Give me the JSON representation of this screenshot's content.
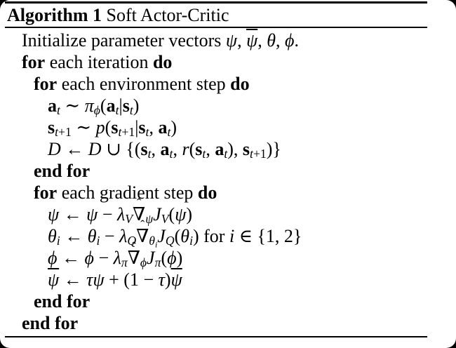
{
  "colors": {
    "page_background": "#ffffff",
    "text": "#000000",
    "rules": "#000000",
    "corner_mask": "#000000"
  },
  "algorithm": {
    "label": "Algorithm 1",
    "name": "Soft Actor-Critic",
    "lines": [
      {
        "indent": 0,
        "html": "Initialize parameter vectors <i>ψ</i>, <i class='ov'>ψ</i>, <i>θ</i>, <i>ϕ</i>."
      },
      {
        "indent": 0,
        "html": "<b>for</b> each iteration <b>do</b>"
      },
      {
        "indent": 1,
        "html": "<b>for</b> each environment step <b>do</b>"
      },
      {
        "indent": 2,
        "html": "<b>a</b><sub><i>t</i></sub> ∼ <i>π</i><sub><i>ϕ</i></sub>(<b>a</b><sub><i>t</i></sub>|<b>s</b><sub><i>t</i></sub>)"
      },
      {
        "indent": 2,
        "html": "<b>s</b><sub><i>t</i>+1</sub> ∼ <i>p</i>(<b>s</b><sub><i>t</i>+1</sub>|<b>s</b><sub><i>t</i></sub>, <b>a</b><sub><i>t</i></sub>)"
      },
      {
        "indent": 2,
        "html": "<i>D</i> ← <i>D</i> ∪ {(<b>s</b><sub><i>t</i></sub>, <b>a</b><sub><i>t</i></sub>, <i>r</i>(<b>s</b><sub><i>t</i></sub>, <b>a</b><sub><i>t</i></sub>), <b>s</b><sub><i>t</i>+1</sub>)}"
      },
      {
        "indent": 1,
        "html": "<b>end for</b>"
      },
      {
        "indent": 1,
        "html": "<b>for</b> each gradient step <b>do</b>"
      },
      {
        "indent": 2,
        "html": "<i>ψ</i> ← <i>ψ</i> − <i>λ</i><sub><i>V</i></sub><span class='nh'><span class='hm'>ˆ</span>∇</span><sub><i>ψ</i></sub><i>J</i><sub><i>V</i></sub>(<i>ψ</i>)"
      },
      {
        "indent": 2,
        "html": "<i>θ</i><sub><i>i</i></sub> ← <i>θ</i><sub><i>i</i></sub> − <i>λ</i><sub><i>Q</i></sub><span class='nh'><span class='hm'>ˆ</span>∇</span><sub><i>θ</i><sub><i>i</i></sub></sub><i>J</i><sub><i>Q</i></sub>(<i>θ</i><sub><i>i</i></sub>) for <i>i</i> ∈ {1, 2}"
      },
      {
        "indent": 2,
        "html": "<i>ϕ</i> ← <i>ϕ</i> − <i>λ</i><sub><i>π</i></sub><span class='nh'><span class='hm'>ˆ</span>∇</span><sub><i>ϕ</i></sub><i>J</i><sub><i>π</i></sub>(<i>ϕ</i>)"
      },
      {
        "indent": 2,
        "html": "<i class='ov'>ψ</i> ← <i>τψ</i> + (1 − <i>τ</i>)<i class='ov'>ψ</i>"
      },
      {
        "indent": 1,
        "html": "<b>end for</b>"
      },
      {
        "indent": 0,
        "html": "<b>end for</b>"
      }
    ]
  }
}
